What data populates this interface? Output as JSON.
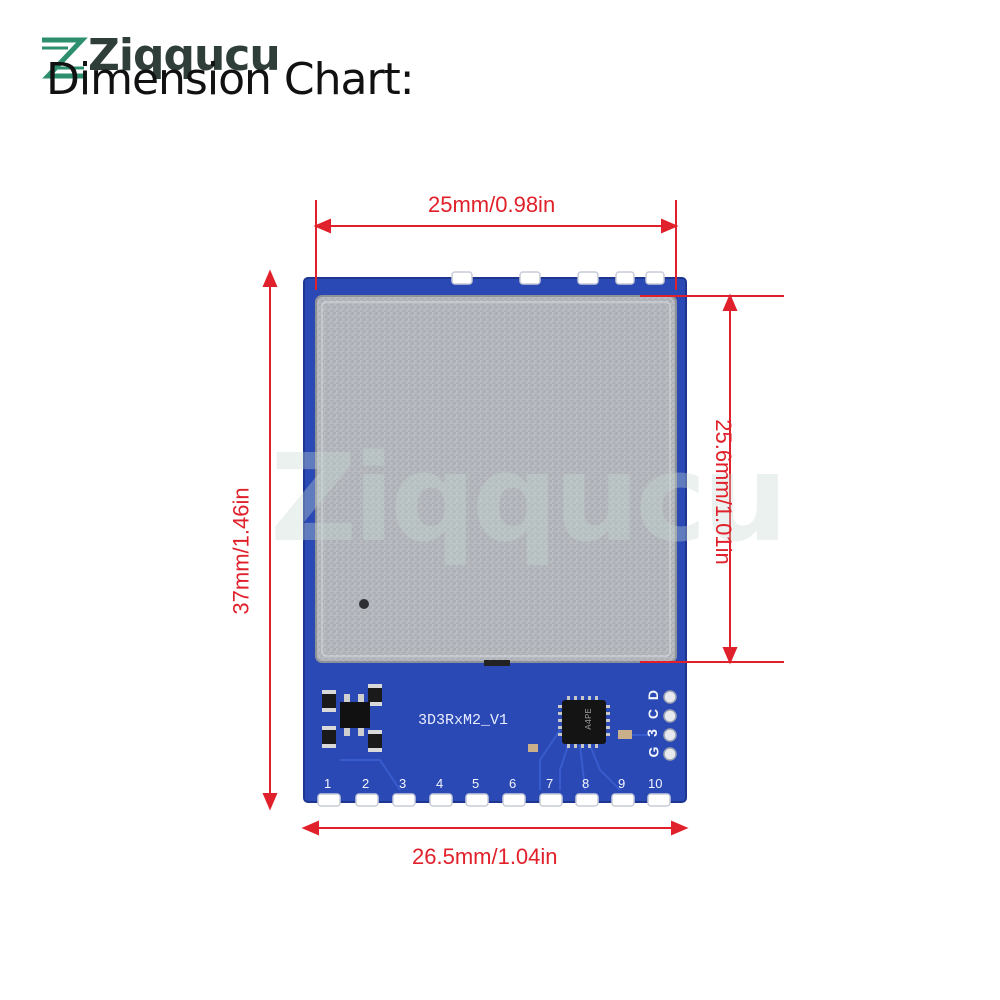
{
  "brand": {
    "logo_text": "Ziqqucu",
    "logo_color": "#2e8f6e",
    "watermark_text": "Ziqqucu"
  },
  "title": "Dimension Chart:",
  "colors": {
    "dimension": "#e0202a",
    "pcb": "#2a49b5",
    "shield": "#b8bcc2"
  },
  "dimensions": {
    "top_width": "25mm/0.98in",
    "bottom_width": "26.5mm/1.04in",
    "left_height": "37mm/1.46in",
    "right_height": "25.6mm/1.01in"
  },
  "board": {
    "silkscreen": "3D3RxM2_V1",
    "chip_mark": "A4PE",
    "bottom_pins": [
      "1",
      "2",
      "3",
      "4",
      "5",
      "6",
      "7",
      "8",
      "9",
      "10"
    ],
    "side_pins": [
      "D",
      "C",
      "3",
      "G"
    ]
  }
}
